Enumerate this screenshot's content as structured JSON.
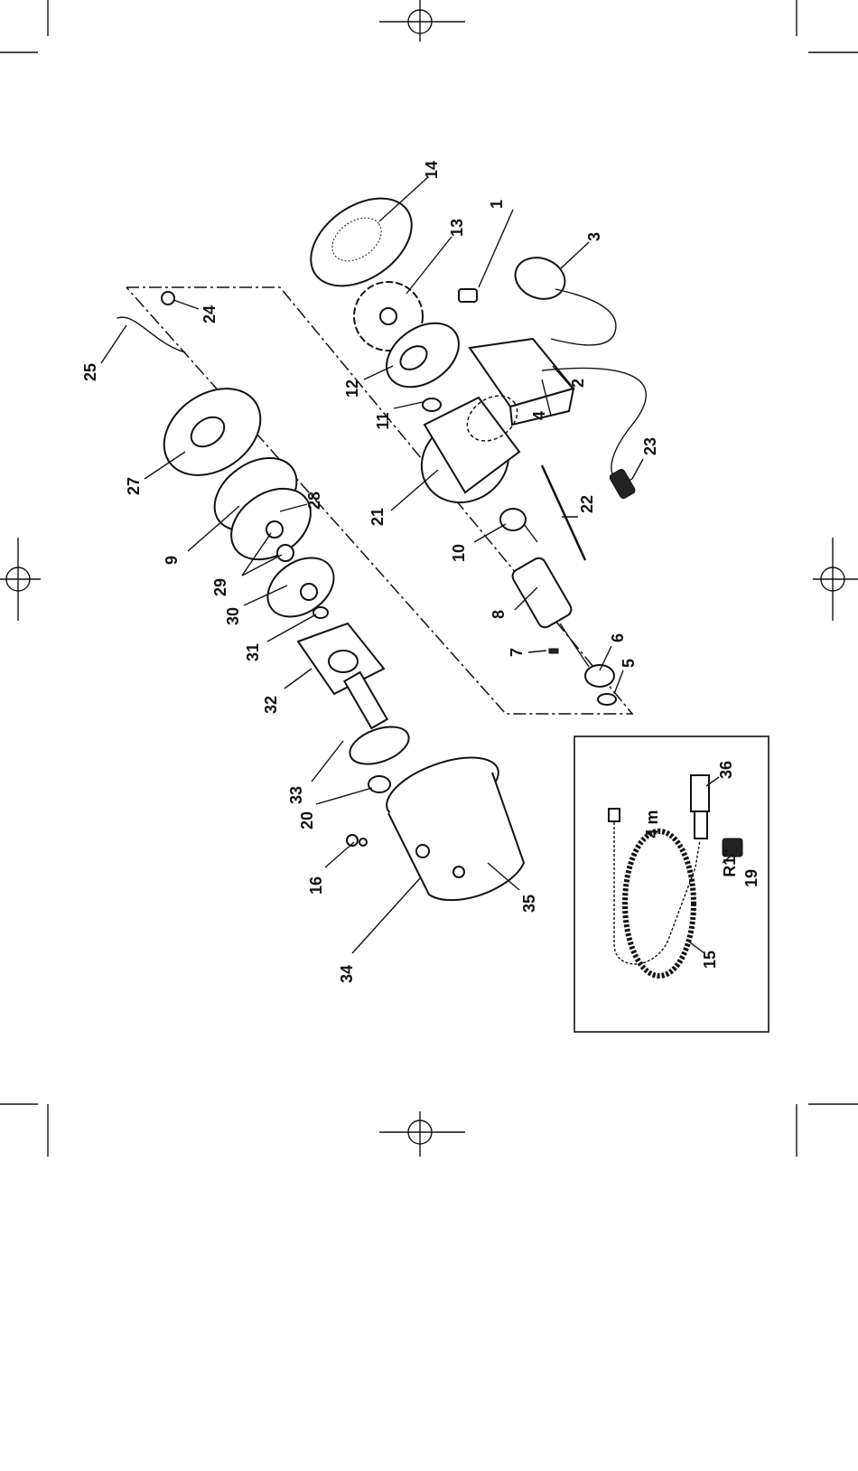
{
  "diagram": {
    "callouts": [
      "1",
      "2",
      "3",
      "4",
      "5",
      "6",
      "7",
      "8",
      "9",
      "10",
      "11",
      "12",
      "13",
      "14",
      "15",
      "16",
      "19",
      "20",
      "21",
      "22",
      "23",
      "24",
      "25",
      "27",
      "28",
      "29",
      "30",
      "31",
      "32",
      "33",
      "34",
      "35",
      "36"
    ],
    "hose_length": "4 m",
    "thread_size": "R1\""
  }
}
